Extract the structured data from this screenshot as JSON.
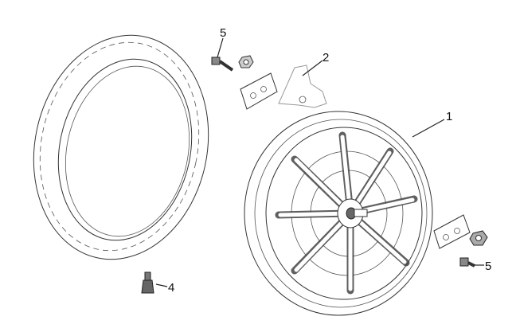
{
  "diagram": {
    "callouts": [
      {
        "id": "rear-wheel",
        "label": "1"
      },
      {
        "id": "bracket",
        "label": "2"
      },
      {
        "id": "valve",
        "label": "4"
      },
      {
        "id": "bolt-top",
        "label": "5"
      },
      {
        "id": "bolt-right",
        "label": "5"
      }
    ]
  }
}
